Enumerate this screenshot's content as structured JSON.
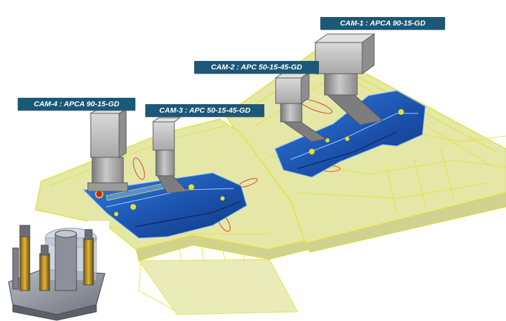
{
  "labels": {
    "cam1": "CAM-1 : APCA 90-15-GD",
    "cam2": "CAM-2 : APC 50-15-45-GD",
    "cam3": "CAM-3 : APC 50-15-45-GD",
    "cam4": "CAM-4 : APCA 90-15-GD"
  },
  "colors": {
    "label_bg": "#1c5877",
    "die_surface": "#e4e7a6",
    "edge_lines": "#e6df2a",
    "part_blue": "#1f5fc2",
    "cam_grey": "#9a9a9a",
    "pin_red": "#d21f1f"
  }
}
